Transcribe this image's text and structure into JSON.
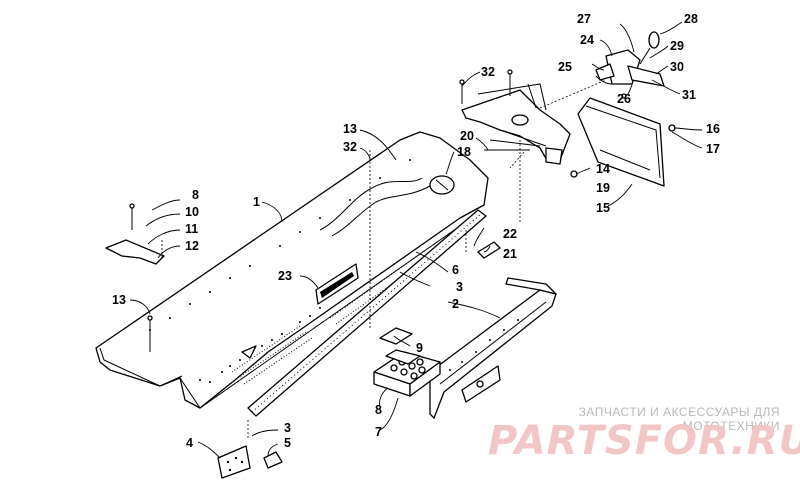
{
  "diagram": {
    "callouts": [
      "1",
      "2",
      "3",
      "3",
      "4",
      "5",
      "6",
      "7",
      "8",
      "8",
      "9",
      "10",
      "11",
      "12",
      "13",
      "13",
      "14",
      "15",
      "16",
      "17",
      "18",
      "19",
      "20",
      "21",
      "22",
      "23",
      "24",
      "25",
      "26",
      "27",
      "28",
      "29",
      "30",
      "31",
      "32",
      "32"
    ]
  },
  "watermark": {
    "caption": "ЗАПЧАСТИ И АКСЕССУАРЫ ДЛЯ МОТОТЕХНИКИ",
    "logo": "PARTSFOR.RU"
  }
}
